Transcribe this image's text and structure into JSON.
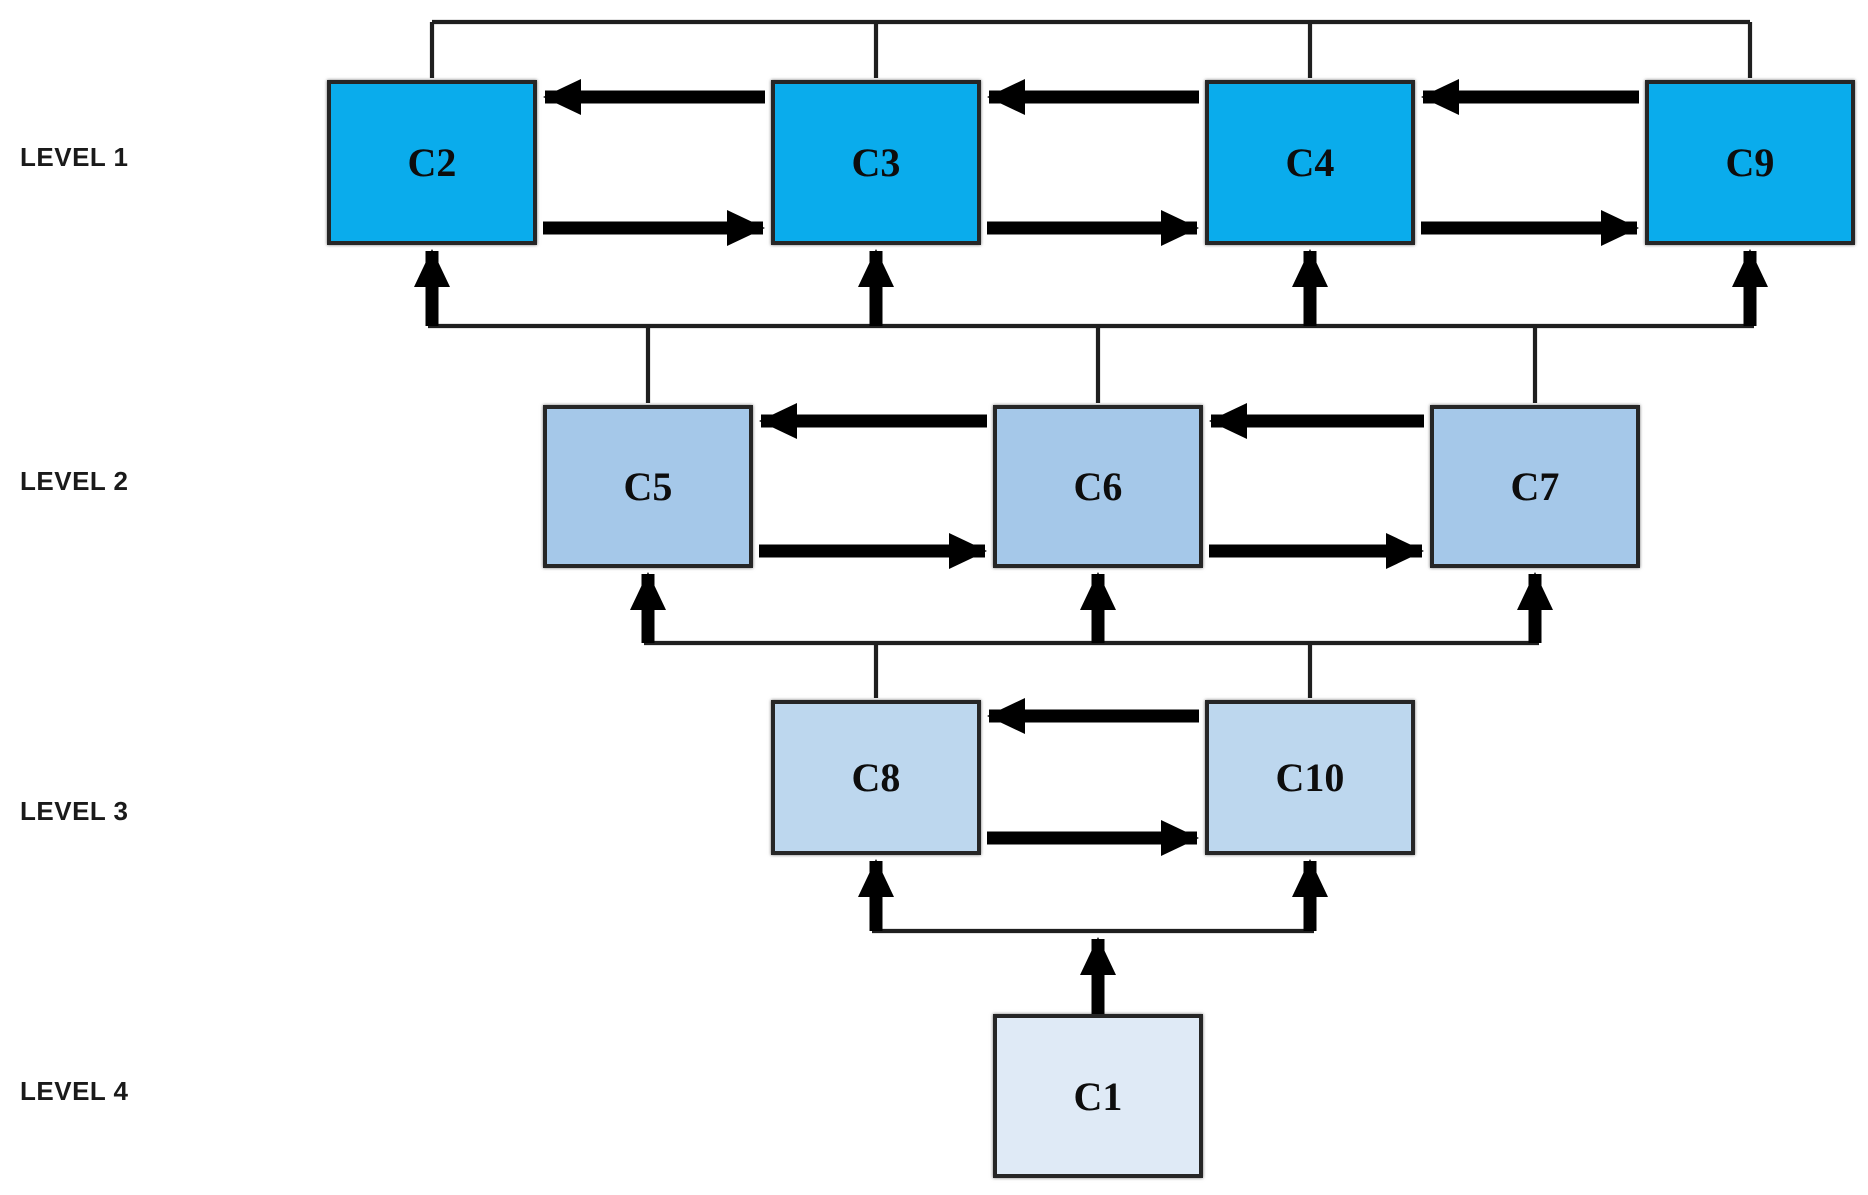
{
  "diagram": {
    "type": "ism-hierarchy-diagram",
    "levels": [
      {
        "label": "LEVEL 1"
      },
      {
        "label": "LEVEL 2"
      },
      {
        "label": "LEVEL 3"
      },
      {
        "label": "LEVEL 4"
      }
    ],
    "nodes": [
      {
        "id": "C2",
        "label": "C2",
        "level": 1
      },
      {
        "id": "C3",
        "label": "C3",
        "level": 1
      },
      {
        "id": "C4",
        "label": "C4",
        "level": 1
      },
      {
        "id": "C9",
        "label": "C9",
        "level": 1
      },
      {
        "id": "C5",
        "label": "C5",
        "level": 2
      },
      {
        "id": "C6",
        "label": "C6",
        "level": 2
      },
      {
        "id": "C7",
        "label": "C7",
        "level": 2
      },
      {
        "id": "C8",
        "label": "C8",
        "level": 3
      },
      {
        "id": "C10",
        "label": "C10",
        "level": 3
      },
      {
        "id": "C1",
        "label": "C1",
        "level": 4
      }
    ],
    "edges": [
      "C2<->C3",
      "C3<->C4",
      "C4<->C9",
      "C5<->C6",
      "C6<->C7",
      "C8<->C10",
      "level2-bus->C2",
      "level2-bus->C3",
      "level2-bus->C4",
      "level2-bus->C9",
      "C5->level2-bus",
      "C6->level2-bus",
      "C7->level2-bus",
      "level3-bus->C5",
      "level3-bus->C6",
      "level3-bus->C7",
      "C8->level3-bus",
      "C10->level3-bus",
      "C1->C8",
      "C1->C10",
      "top-link: C2-C3-C4-C9"
    ],
    "colors": {
      "level1": "#0aacec",
      "level2": "#a5c8e9",
      "level3": "#bdd7ee",
      "level4": "#dfeaf6",
      "line": "#1f1f1f",
      "arrow": "#000000",
      "border": "#262626",
      "background": "#ffffff"
    }
  }
}
